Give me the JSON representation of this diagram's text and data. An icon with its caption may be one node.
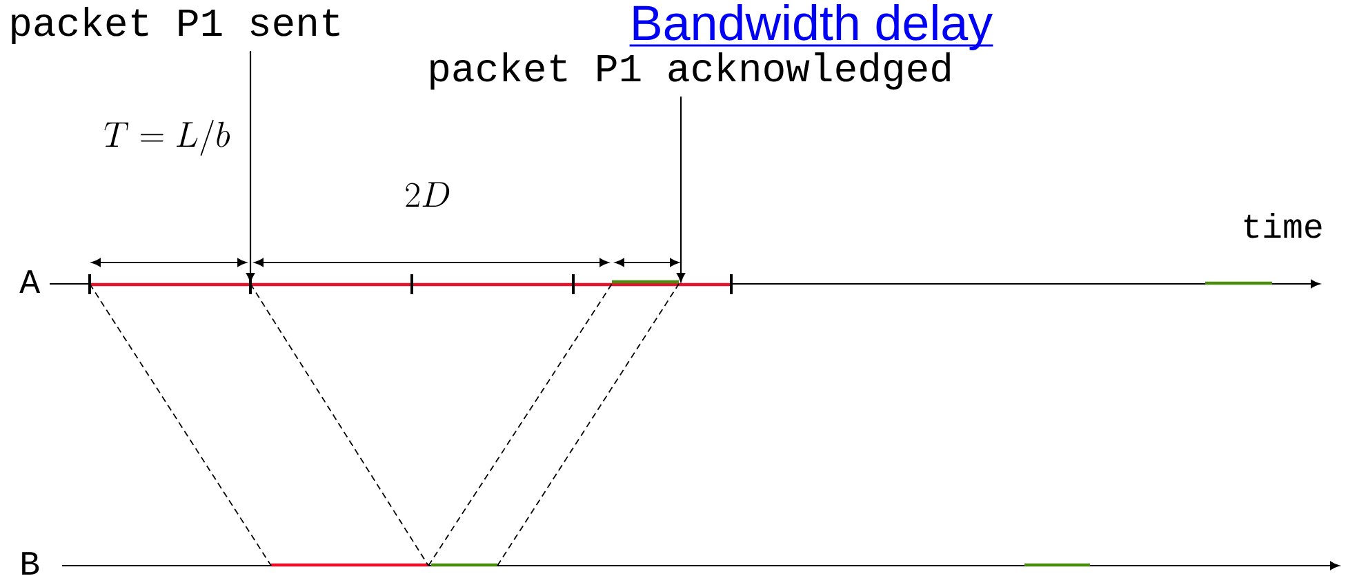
{
  "diagram": {
    "title": "Bandwidth delay",
    "nodes": [
      {
        "text": [
          "packet P1 sent"
        ]
      },
      {
        "text": [
          "packet P1 acknowledged"
        ]
      }
    ],
    "edges": [
      {
        "from": 0,
        "to": null,
        "arrow": "to"
      },
      {
        "from": 1,
        "to": null,
        "arrow": "to"
      }
    ],
    "labels": [
      "T=L/b",
      "2D",
      "time",
      "A",
      "B"
    ]
  }
}
